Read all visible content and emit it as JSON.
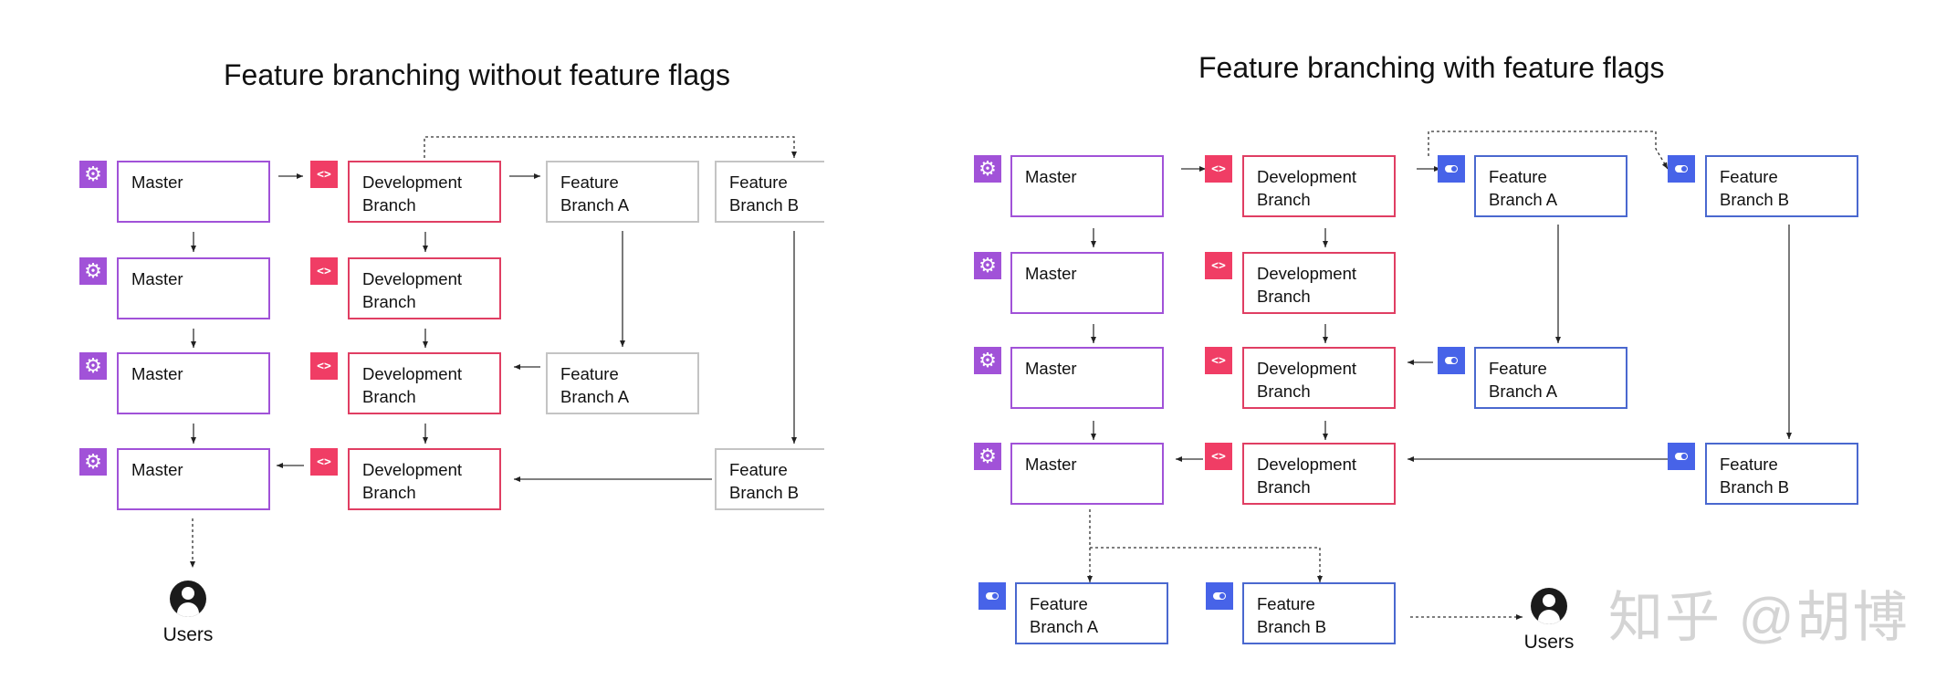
{
  "left": {
    "title": "Feature branching without feature flags",
    "master_label": "Master",
    "dev_label": "Development\nBranch",
    "feature_a_label": "Feature\nBranch A",
    "feature_b_label": "Feature\nBranch B",
    "users_label": "Users"
  },
  "right": {
    "title": "Feature branching with feature flags",
    "master_label": "Master",
    "dev_label": "Development\nBranch",
    "feature_a_label": "Feature\nBranch A",
    "feature_b_label": "Feature\nBranch B",
    "users_label": "Users"
  },
  "watermark": "知乎 @胡博",
  "colors": {
    "master": "#a152d8",
    "development": "#e03e63",
    "feature_off": "#c4c4c4",
    "feature_on": "#4a68cf",
    "flag_icon": "#4763e8"
  },
  "icons": {
    "master": "gear-icon",
    "development": "code-icon",
    "feature": "toggle-icon",
    "users": "user-icon"
  }
}
